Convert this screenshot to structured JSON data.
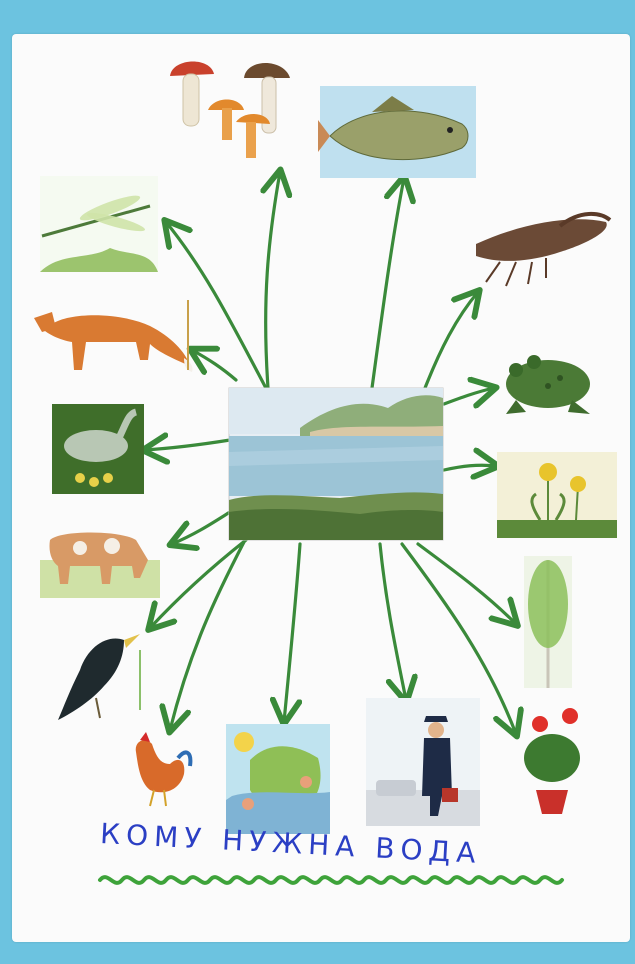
{
  "caption": "КОМУ НУЖНА ВОДА",
  "colors": {
    "background": "#6cc3e0",
    "arrow": "#3a8a3a",
    "caption_ink": "#2b3fc4",
    "underline": "#3ea33a"
  },
  "center": {
    "name": "lake-landscape",
    "icon": "lake-picture"
  },
  "nodes": [
    {
      "name": "mushrooms",
      "icon": "mushroom-icon"
    },
    {
      "name": "fish",
      "icon": "fish-icon"
    },
    {
      "name": "dragonfly",
      "icon": "dragonfly-icon"
    },
    {
      "name": "crayfish",
      "icon": "crayfish-icon"
    },
    {
      "name": "fox",
      "icon": "fox-icon"
    },
    {
      "name": "frog",
      "icon": "frog-icon"
    },
    {
      "name": "goose",
      "icon": "goose-icon"
    },
    {
      "name": "dandelion",
      "icon": "dandelion-icon"
    },
    {
      "name": "cow",
      "icon": "cow-icon"
    },
    {
      "name": "birch-tree",
      "icon": "birch-icon"
    },
    {
      "name": "starling",
      "icon": "starling-icon"
    },
    {
      "name": "rooster",
      "icon": "rooster-icon"
    },
    {
      "name": "children-swimming",
      "icon": "children-icon"
    },
    {
      "name": "pilot-man",
      "icon": "man-icon"
    },
    {
      "name": "potted-geranium",
      "icon": "flower-pot-icon"
    }
  ]
}
